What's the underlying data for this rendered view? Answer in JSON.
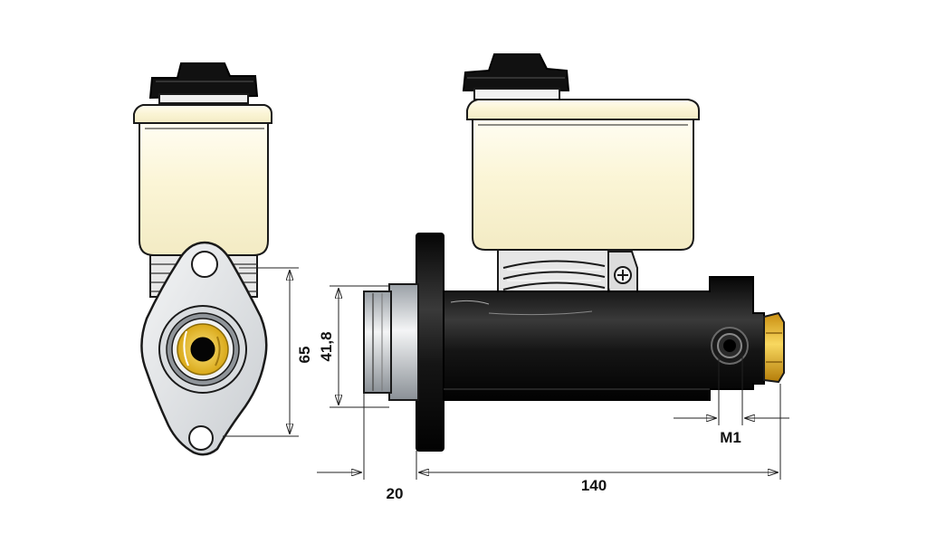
{
  "dimensions": {
    "height_65": "65",
    "height_41_8": "41,8",
    "width_20": "20",
    "length_140": "140",
    "thread_m1": "M1"
  },
  "colors": {
    "reservoir": "#fbf6dc",
    "reservoir_highlight": "#fffdf0",
    "body": "#161616",
    "flange_light": "#e4e6e8",
    "brass": "#e8b820",
    "outline": "#1a1a1a"
  }
}
